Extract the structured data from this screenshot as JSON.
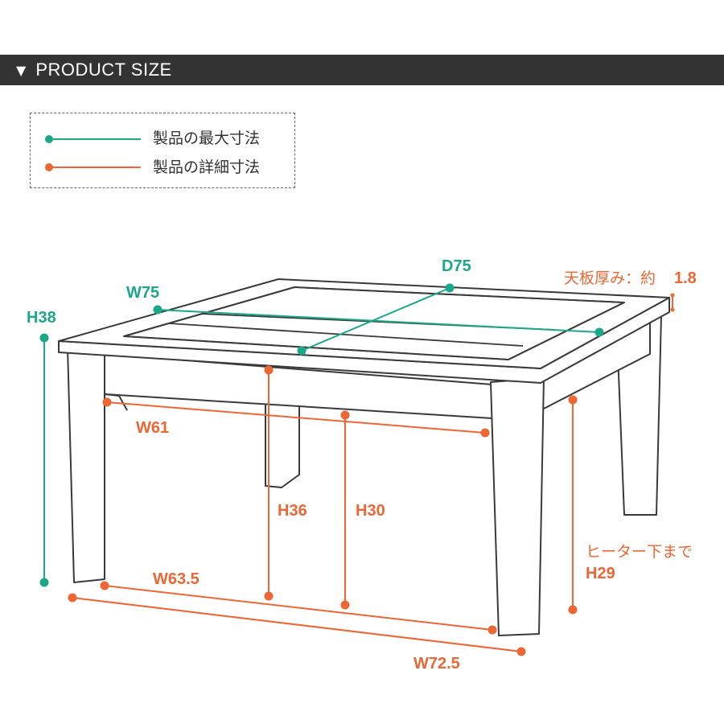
{
  "header": {
    "title": "PRODUCT SIZE",
    "arrow_icon": "triangle-down-icon"
  },
  "legend": {
    "max": {
      "label": "製品の最大寸法",
      "color": "#1aa888"
    },
    "detail": {
      "label": "製品の詳細寸法",
      "color": "#ee6633"
    }
  },
  "dimensions": {
    "w75": "W75",
    "d75": "D75",
    "h38": "H38",
    "top_thickness": "天板厚み：約",
    "top_thickness_value": "1.8",
    "w61": "W61",
    "h36": "H36",
    "h30": "H30",
    "heater_clearance": "ヒーター下まで",
    "h29": "H29",
    "w63_5": "W63.5",
    "w72_5": "W72.5"
  },
  "colors": {
    "teal": "#1aa888",
    "orange": "#ee6633",
    "outline": "#3a3a3a",
    "header_bg": "#333333"
  }
}
